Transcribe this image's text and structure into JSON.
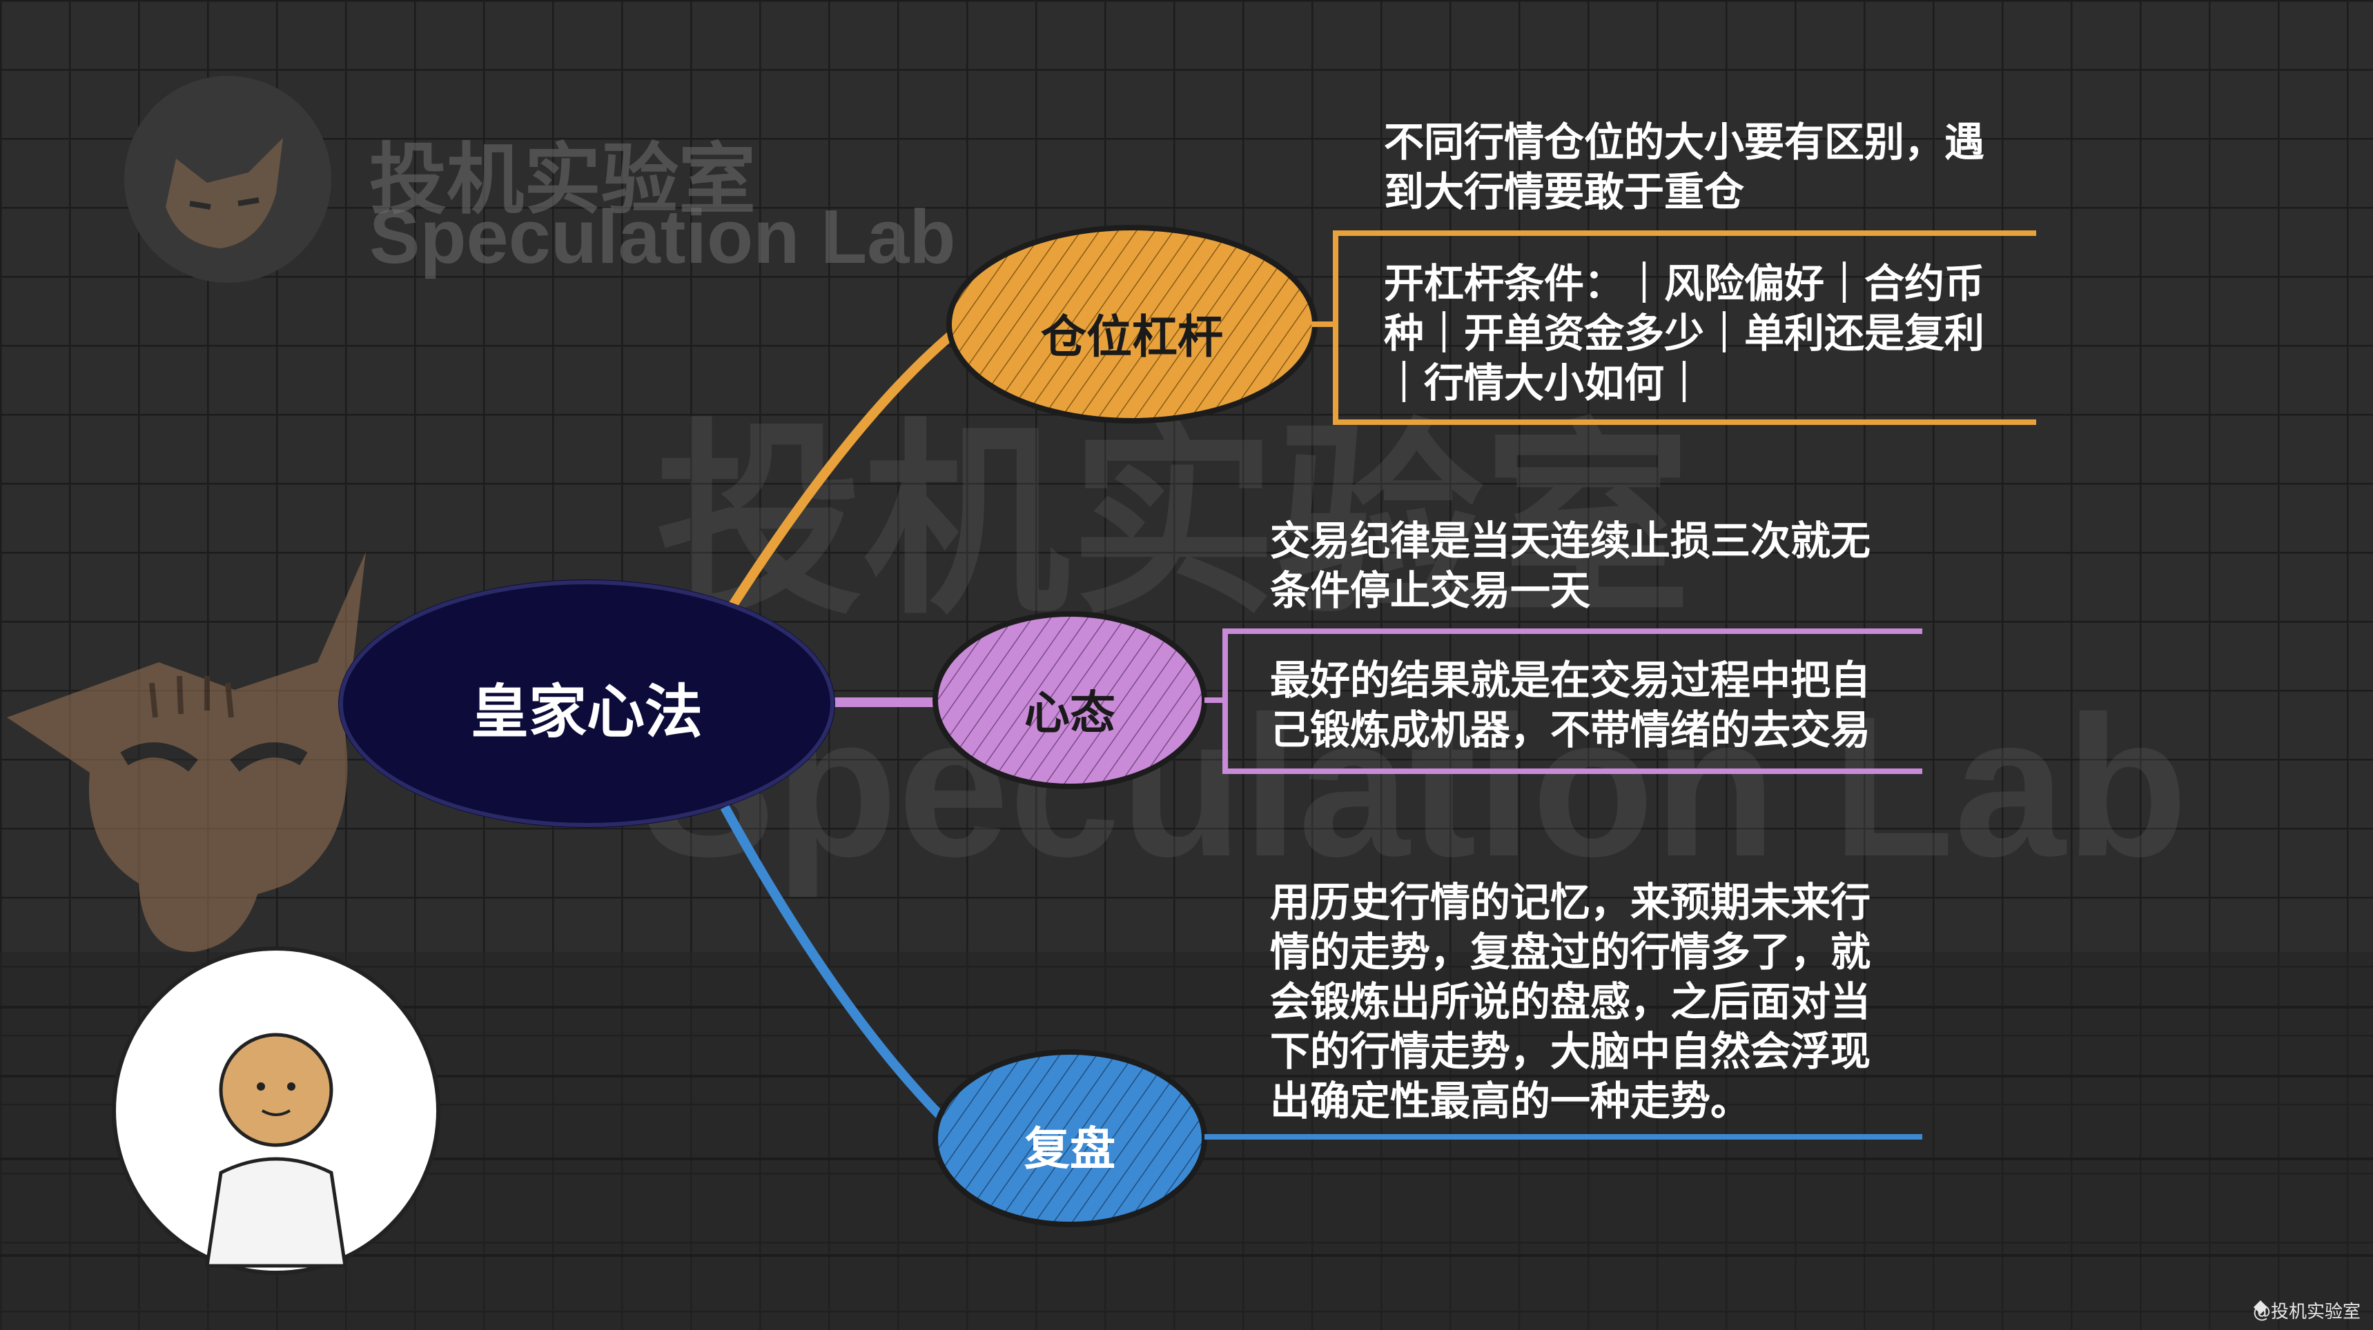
{
  "brand": {
    "name_cn": "投机实验室",
    "name_en": "Speculation Lab"
  },
  "center": {
    "label": "皇家心法",
    "color": "#0d0b3a"
  },
  "branches": [
    {
      "label": "仓位杠杆",
      "color": "#e9a23b",
      "above_text": "不同行情仓位的大小要有区别，遇\n到大行情要敢于重仓",
      "box_text": "开杠杆条件：｜风险偏好｜合约币\n种｜开单资金多少｜单利还是复利\n｜行情大小如何｜"
    },
    {
      "label": "心态",
      "color": "#c98bd8",
      "above_text": "交易纪律是当天连续止损三次就无\n条件停止交易一天",
      "box_text": "最好的结果就是在交易过程中把自\n己锻炼成机器，不带情绪的去交易"
    },
    {
      "label": "复盘",
      "color": "#3d8ad4",
      "above_text": "用历史行情的记忆，来预期未来行\n情的走势，复盘过的行情多了，就\n会锻炼出所说的盘感，之后面对当\n下的行情走势，大脑中自然会浮现\n出确定性最高的一种走势。"
    }
  ],
  "footer_watermark": "@投机实验室",
  "icons": [
    "cat-logo-icon",
    "cat-mascot-icon",
    "person-avatar-icon",
    "platform-logo-icon"
  ]
}
